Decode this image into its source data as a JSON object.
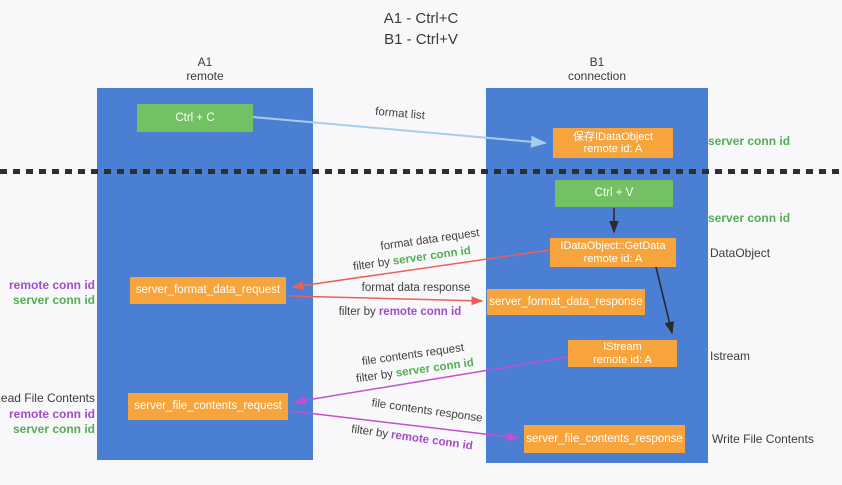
{
  "title": {
    "line1": "A1 - Ctrl+C",
    "line2": "B1 - Ctrl+V"
  },
  "lanes": {
    "left": {
      "name": "A1",
      "role": "remote"
    },
    "right": {
      "name": "B1",
      "role": "connection"
    }
  },
  "nodes": {
    "ctrl_c": {
      "label": "Ctrl + C"
    },
    "save_idataobject": {
      "line1": "保存IDataObject",
      "line2": "remote id: A"
    },
    "ctrl_v": {
      "label": "Ctrl + V"
    },
    "getdata": {
      "line1": "IDataObject::GetData",
      "line2": "remote id: A"
    },
    "format_request": {
      "label": "server_format_data_request"
    },
    "format_response": {
      "label": "server_format_data_response"
    },
    "istream": {
      "line1": "IStream",
      "line2": "remote id: A"
    },
    "file_request": {
      "label": "server_file_contents_request"
    },
    "file_response": {
      "label": "server_file_contents_response"
    }
  },
  "flow_labels": {
    "format_list": "format list",
    "format_data_request": "format data request",
    "format_data_response": "format data response",
    "file_contents_request": "file contents request",
    "file_contents_response": "file contents response",
    "filter_by": "filter by",
    "server_conn_id": "server conn id",
    "remote_conn_id": "remote conn id"
  },
  "side_labels": {
    "server_conn_id_top": "server conn id",
    "server_conn_id_mid": "server conn id",
    "dataobject": "DataObject",
    "istream": "Istream",
    "write_file_contents": "Write File Contents",
    "read_file_contents": "Read File Contents",
    "remote_conn_id_upper": "remote conn id",
    "server_conn_id_upper": "server conn id",
    "remote_conn_id_lower": "remote conn id",
    "server_conn_id_lower": "server conn id"
  },
  "colors": {
    "lane_blue": "#4a7fd4",
    "node_orange": "#f8a43d",
    "node_green": "#74c163",
    "green_text": "#53ae53",
    "purple_text": "#a44bc8",
    "arrow_red": "#e8625a",
    "arrow_magenta": "#c44fd0",
    "arrow_lightblue": "#a6cdeb",
    "arrow_black": "#2b2b2b",
    "background": "#f8f8fa"
  }
}
